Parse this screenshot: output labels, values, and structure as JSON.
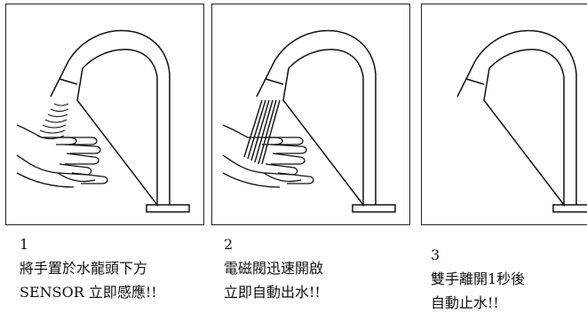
{
  "steps": [
    {
      "number": "1",
      "line1": "將手置於水龍頭下方",
      "line2": "SENSOR 立即感應!!"
    },
    {
      "number": "2",
      "line1": "電磁閥迅速開啟",
      "line2": "立即自動出水!!"
    },
    {
      "number": "3",
      "line1": "雙手離開1秒後",
      "line2": "自動止水!!"
    }
  ],
  "icons": {
    "faucet": "faucet-icon",
    "hands": "hands-icon",
    "sensor": "sensor-waves-icon",
    "water": "water-stream-icon"
  }
}
